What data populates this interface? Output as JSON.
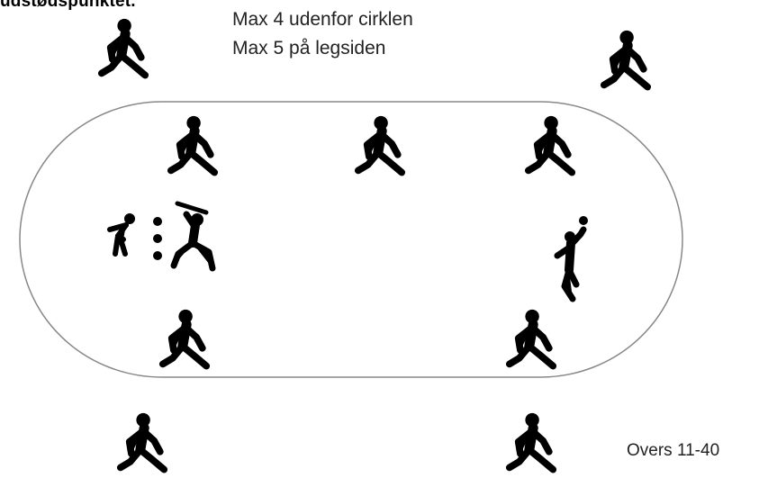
{
  "heading": "udstødspunktet.",
  "rules": [
    "Max 4 udenfor cirklen",
    "Max 5 på legsiden"
  ],
  "footer": "Overs 11-40",
  "colors": {
    "players": "#000000",
    "boundary": "#888888",
    "background": "#ffffff"
  },
  "players": [
    {
      "name": "fielder-outside-top-left",
      "icon": "running-fielder-icon"
    },
    {
      "name": "fielder-outside-top-right",
      "icon": "running-fielder-icon"
    },
    {
      "name": "fielder-inside-top-left",
      "icon": "running-fielder-icon"
    },
    {
      "name": "fielder-inside-top-center",
      "icon": "running-fielder-icon"
    },
    {
      "name": "fielder-inside-top-right",
      "icon": "running-fielder-icon"
    },
    {
      "name": "fielder-inside-bottom-left",
      "icon": "running-fielder-icon"
    },
    {
      "name": "fielder-inside-bottom-right",
      "icon": "running-fielder-icon"
    },
    {
      "name": "fielder-outside-bottom-left",
      "icon": "running-fielder-icon"
    },
    {
      "name": "fielder-outside-bottom-right",
      "icon": "running-fielder-icon"
    },
    {
      "name": "wicketkeeper",
      "icon": "wicketkeeper-icon"
    },
    {
      "name": "batsman",
      "icon": "batsman-icon"
    },
    {
      "name": "bowler",
      "icon": "bowler-icon"
    },
    {
      "name": "stumps",
      "icon": "stumps-icon"
    },
    {
      "name": "ball",
      "icon": "ball-icon"
    }
  ]
}
